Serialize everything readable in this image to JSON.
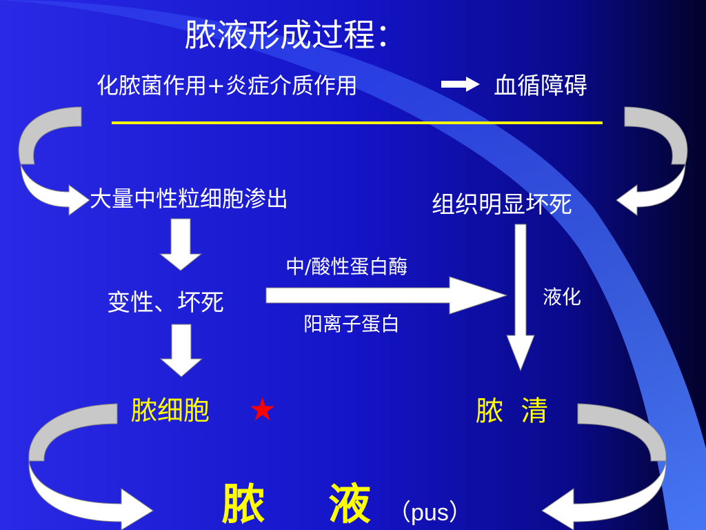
{
  "title": "脓液形成过程：",
  "cause": {
    "left": "化脓菌作用+炎症介质作用",
    "right": "血循障碍"
  },
  "left_branch": {
    "step1": "大量中性粒细胞渗出",
    "step2": "变性、坏死",
    "step3": "脓细胞",
    "star": "★"
  },
  "right_branch": {
    "step1": "组织明显坏死",
    "liquefaction": "液化",
    "step3": "脓  清"
  },
  "middle": {
    "above": "中/酸性蛋白酶",
    "below": "阳离子蛋白"
  },
  "result": {
    "char1": "脓",
    "char2": "液",
    "latin": "（pus）"
  },
  "colors": {
    "background": "#1a1ad6",
    "highlight": "#ffff00",
    "star": "#ff0000",
    "arrow_fill": "#ffffff",
    "arrow_shadow": "#c8c8c8"
  }
}
